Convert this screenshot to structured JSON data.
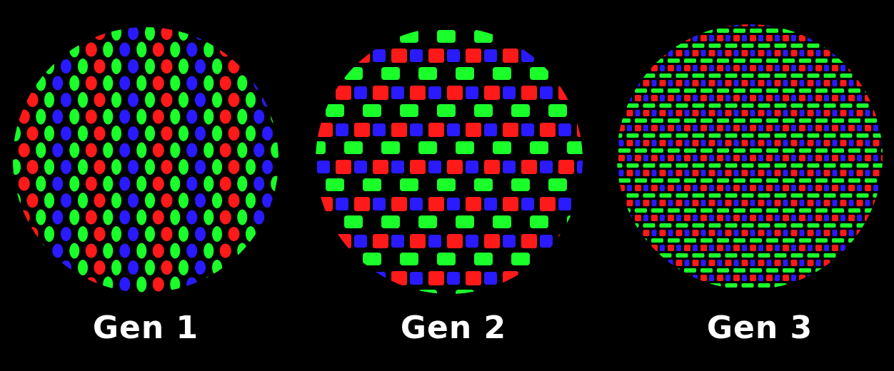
{
  "panels": [
    {
      "label": "Gen 1",
      "pattern": "diamond-pentile"
    },
    {
      "label": "Gen 2",
      "pattern": "rgbg-square"
    },
    {
      "label": "Gen 3",
      "pattern": "fine-stripe"
    }
  ],
  "colors": {
    "red": "#ff1a1a",
    "green": "#1aff2a",
    "blue": "#2a1aff",
    "background": "#000000",
    "caption": "#ffffff"
  }
}
